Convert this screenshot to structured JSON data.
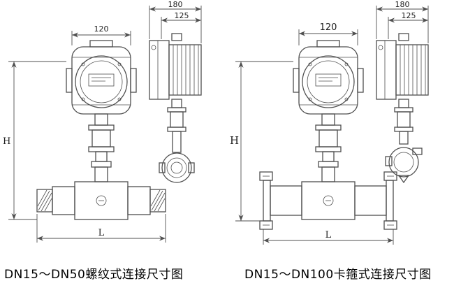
{
  "canvas": {
    "background": "#ffffff",
    "line_color": "#4f4f4f"
  },
  "left_drawing": {
    "caption": "DN15～DN50螺纹式连接尺寸图",
    "dims": {
      "head_width": "120",
      "side_depth": "180",
      "side_offset": "125",
      "height": "H",
      "length": "L"
    }
  },
  "right_drawing": {
    "caption": "DN15～DN100卡箍式连接尺寸图",
    "dims": {
      "head_width": "120",
      "side_depth": "180",
      "side_offset": "125",
      "height": "H",
      "length": "L"
    }
  }
}
